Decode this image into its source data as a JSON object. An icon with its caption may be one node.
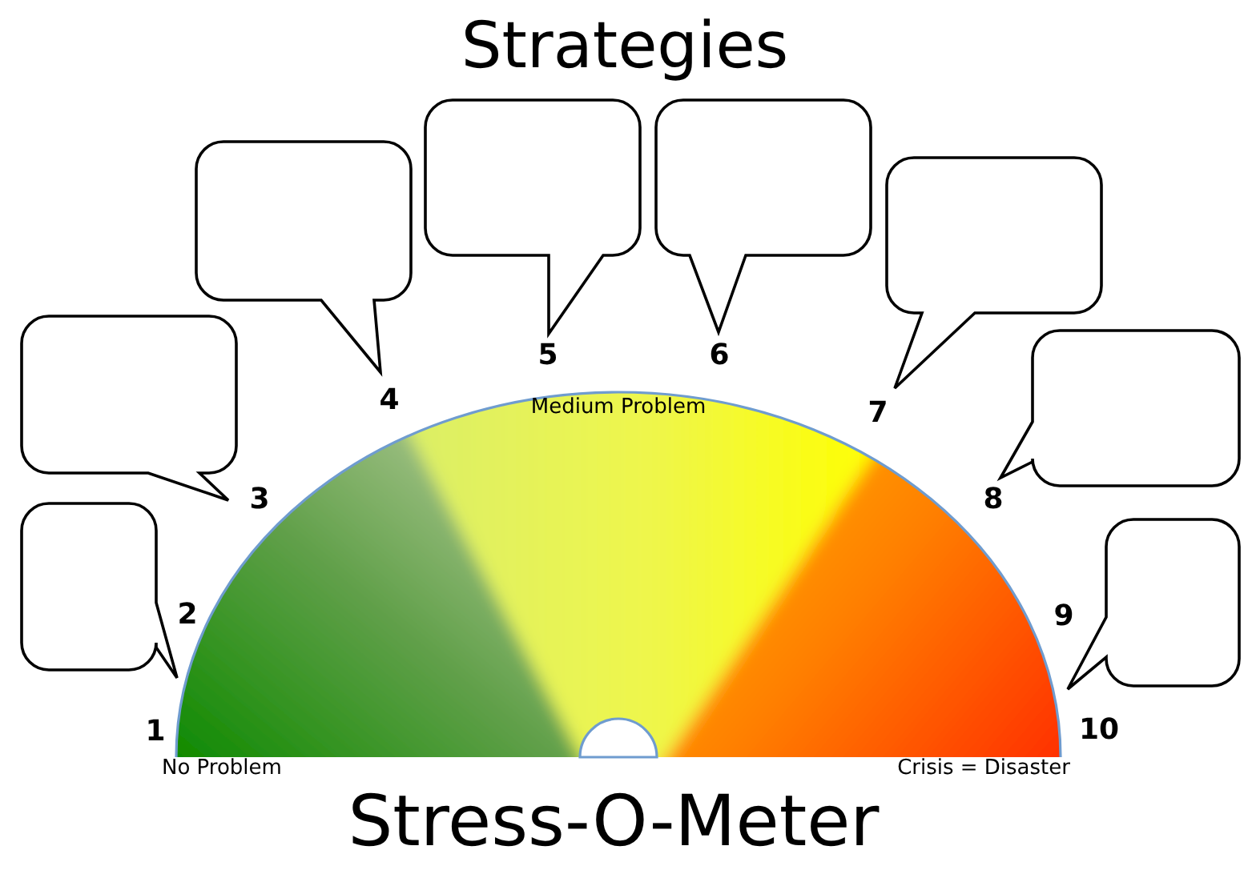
{
  "diagram": {
    "title": "Strategies",
    "caption": "Stress-O-Meter",
    "nodes": [
      {
        "text": [],
        "shape": "callout"
      },
      {
        "text": [],
        "shape": "callout"
      },
      {
        "text": [],
        "shape": "callout"
      },
      {
        "text": [],
        "shape": "callout"
      },
      {
        "text": [],
        "shape": "callout"
      },
      {
        "text": [],
        "shape": "callout"
      },
      {
        "text": [],
        "shape": "callout"
      },
      {
        "text": [],
        "shape": "callout"
      },
      {
        "text": [
          "Medium Problem"
        ]
      }
    ],
    "labels": [
      "1",
      "2",
      "3",
      "4",
      "5",
      "6",
      "7",
      "8",
      "9",
      "10",
      "No Problem",
      "Crisis = Disaster"
    ]
  }
}
